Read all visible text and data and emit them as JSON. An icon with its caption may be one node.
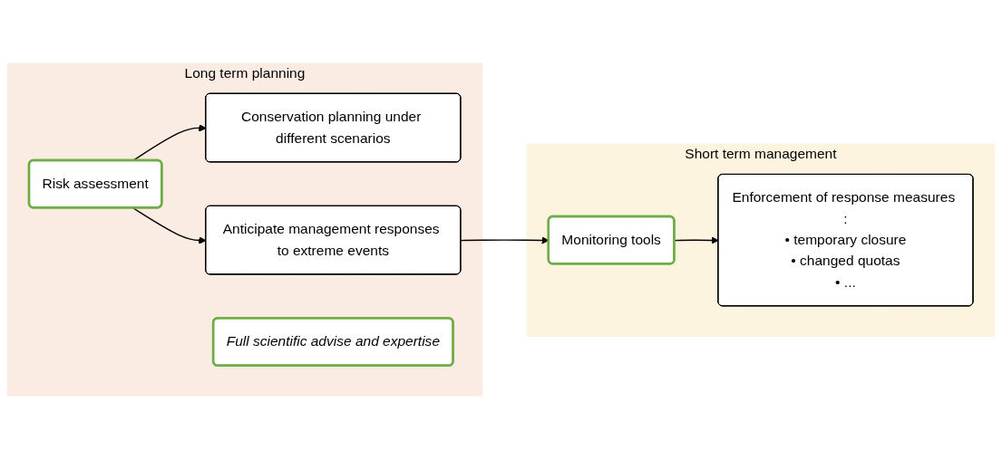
{
  "diagram": {
    "nodes": [
      {
        "text": [
          "Long term planning"
        ]
      },
      {
        "text": [
          "Risk assessment"
        ],
        "in": 0
      },
      {
        "text": [
          "Conservation planning under different scenarios"
        ],
        "in": 0
      },
      {
        "text": [
          "Anticipate management responses to extreme events"
        ],
        "in": 0
      },
      {
        "text": [
          "Full scientific advise and expertise"
        ],
        "in": 0
      },
      {
        "text": [
          "Short term management"
        ]
      },
      {
        "text": [
          "Monitoring tools"
        ],
        "in": 5
      },
      {
        "text": [
          "Enforcement of response measures :",
          "• temporary closure",
          "• changed quotas",
          "• ..."
        ],
        "in": 5
      }
    ],
    "edges": [
      {
        "from": 1,
        "to": 2,
        "arrow": "to"
      },
      {
        "from": 1,
        "to": 3,
        "arrow": "to"
      },
      {
        "from": 3,
        "to": 6,
        "arrow": "to"
      },
      {
        "from": 6,
        "to": 7,
        "arrow": "to"
      }
    ]
  }
}
